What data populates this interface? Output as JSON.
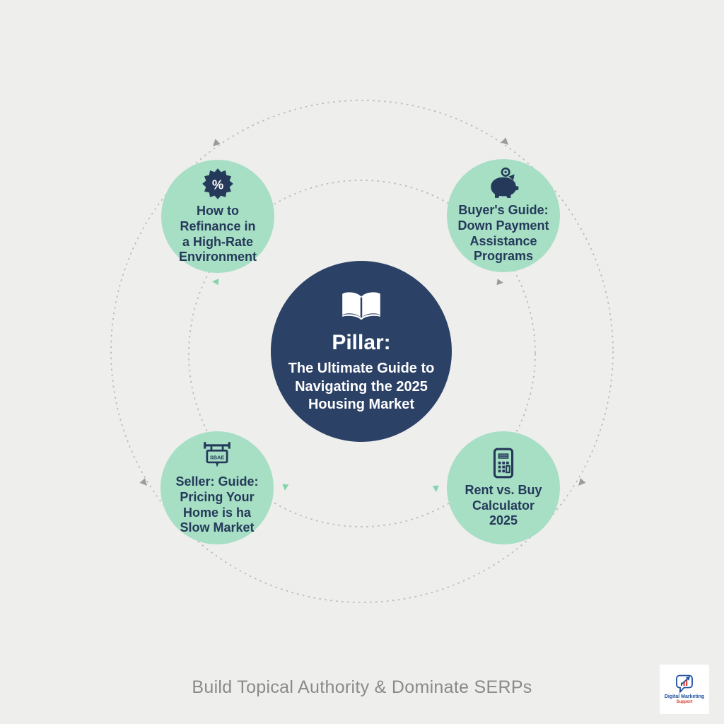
{
  "palette": {
    "background": "#eeeeec",
    "spoke_fill": "#a6dfc4",
    "hub_fill": "#2c4166",
    "label_navy": "#25395a",
    "hub_text": "#ffffff",
    "dash_gray": "#bbbbbb",
    "arrow_gray": "#9c9c9c",
    "arrow_green": "#85d4ae",
    "tagline_gray": "#8a8a8a",
    "logo_blue": "#1d4f9c",
    "logo_red": "#d6392c"
  },
  "diagram": {
    "hub": {
      "icon": "open-book-icon",
      "title": "Pillar:",
      "subtitle": "The Ultimate Guide to\nNavigating the 2025\nHousing Market"
    },
    "spokes": [
      {
        "icon": "percent-badge-icon",
        "icon_glyph": "%",
        "label": "How to\nRefinance in\na High-Rate\nEnvironment"
      },
      {
        "icon": "piggy-bank-icon",
        "label": "Buyer's Guide:\nDown Payment\nAssistance\nPrograms"
      },
      {
        "icon": "sale-sign-icon",
        "sign_text": "SBAE",
        "label": "Seller: Guide:\nPricing Your\nHome is ha\nSlow Market"
      },
      {
        "icon": "calculator-icon",
        "label": "Rent vs. Buy\nCalculator\n2025"
      }
    ]
  },
  "footer": {
    "tagline": "Build Topical Authority & Dominate SERPs"
  },
  "logo": {
    "icon": "chart-bubble-icon",
    "name": "Digital Marketing",
    "subname": "Support"
  }
}
